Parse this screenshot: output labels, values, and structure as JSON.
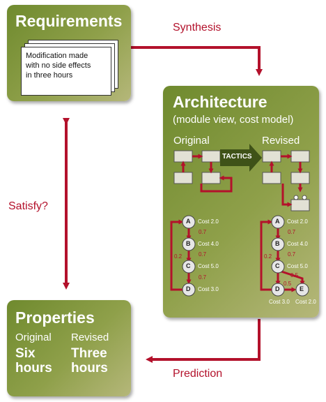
{
  "requirements": {
    "title": "Requirements",
    "doc_lines": [
      "Modification made",
      "with no side effects",
      "in three hours"
    ]
  },
  "architecture": {
    "title": "Architecture",
    "subtitle": "(module view, cost model)",
    "original_label": "Original",
    "revised_label": "Revised",
    "tactics_label": "TACTICS",
    "original_model": {
      "nodes": [
        {
          "id": "A",
          "cost": "Cost 2.0"
        },
        {
          "id": "B",
          "cost": "Cost 4.0"
        },
        {
          "id": "C",
          "cost": "Cost 5.0"
        },
        {
          "id": "D",
          "cost": "Cost 3.0"
        }
      ],
      "edge_label": "0.7",
      "back_label": "0.2"
    },
    "revised_model": {
      "nodes": [
        {
          "id": "A",
          "cost": "Cost 2.0"
        },
        {
          "id": "B",
          "cost": "Cost 4.0"
        },
        {
          "id": "C",
          "cost": "Cost 5.0"
        },
        {
          "id": "D",
          "cost": "Cost 3.0"
        },
        {
          "id": "E",
          "cost": "Cost 2.0"
        }
      ],
      "edge_label": "0.7",
      "back_label": "0.2",
      "split_label": "0.5"
    }
  },
  "properties": {
    "title": "Properties",
    "original_label": "Original",
    "revised_label": "Revised",
    "original_value": [
      "Six",
      "hours"
    ],
    "revised_value": [
      "Three",
      "hours"
    ]
  },
  "edges": {
    "synthesis": "Synthesis",
    "satisfy": "Satisfy?",
    "prediction": "Prediction"
  },
  "colors": {
    "box_green": "#7d9135",
    "arrow_red": "#b3112b",
    "module_fill": "#e2e1d5",
    "node_fill": "#e6e6e6"
  }
}
